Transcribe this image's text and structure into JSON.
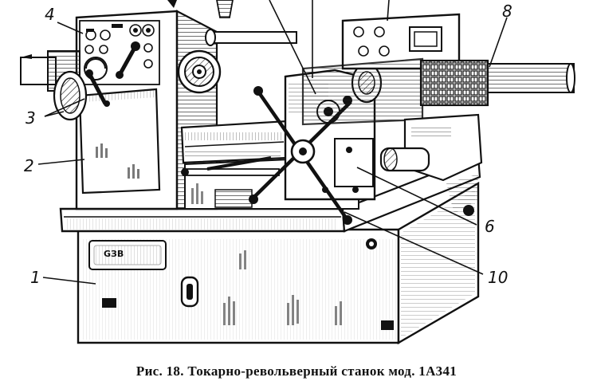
{
  "figure": {
    "callouts": {
      "c1": "1",
      "c2": "2",
      "c3": "3",
      "c4": "4",
      "c6": "6",
      "c8": "8",
      "c10": "10"
    },
    "caption": "Рис. 18. Токарно-револьверный станок мод. 1А341",
    "nameplate_text": "GЗB"
  }
}
